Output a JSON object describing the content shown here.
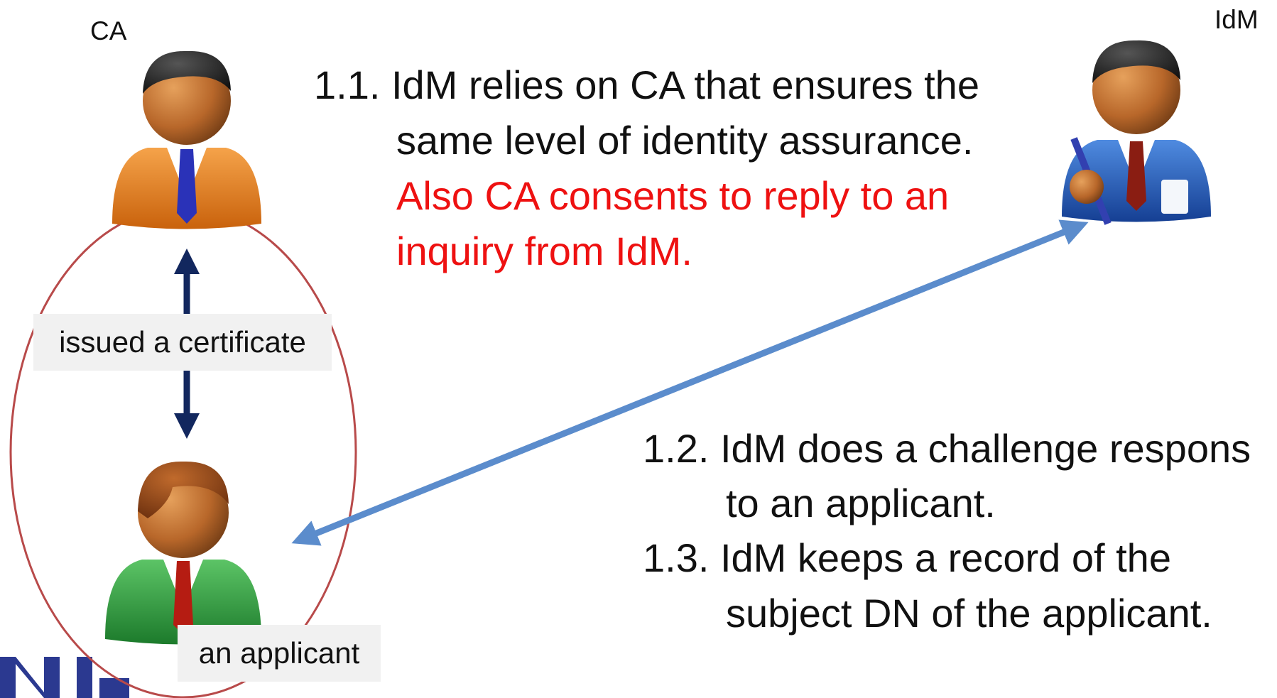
{
  "actors": {
    "ca_label": "CA",
    "idm_label": "IdM"
  },
  "notes": {
    "n11_line1": "1.1. IdM relies on CA that ensures the",
    "n11_line2": "same level of identity assurance.",
    "n11_red_line1": "Also CA consents to reply to an",
    "n11_red_line2": "inquiry from IdM.",
    "n12_line1": "1.2. IdM does a challenge respons",
    "n12_line2": "to an applicant.",
    "n13_line1": "1.3. IdM keeps a record of the",
    "n13_line2": "subject DN of the applicant."
  },
  "boxes": {
    "issued": "issued a certificate",
    "applicant": "an applicant"
  },
  "colors": {
    "highlight_text": "#ee1111",
    "oval": "#b84a4a",
    "arrow_dark": "#12275e",
    "arrow_blue": "#5b8ccc",
    "ca_suit": "#e87f1a",
    "idm_suit": "#1f5fbf",
    "applicant_suit": "#2e9a3a",
    "logo": "#2b3990"
  },
  "icons": [
    "ca-person-icon",
    "idm-person-icon",
    "applicant-person-icon"
  ]
}
